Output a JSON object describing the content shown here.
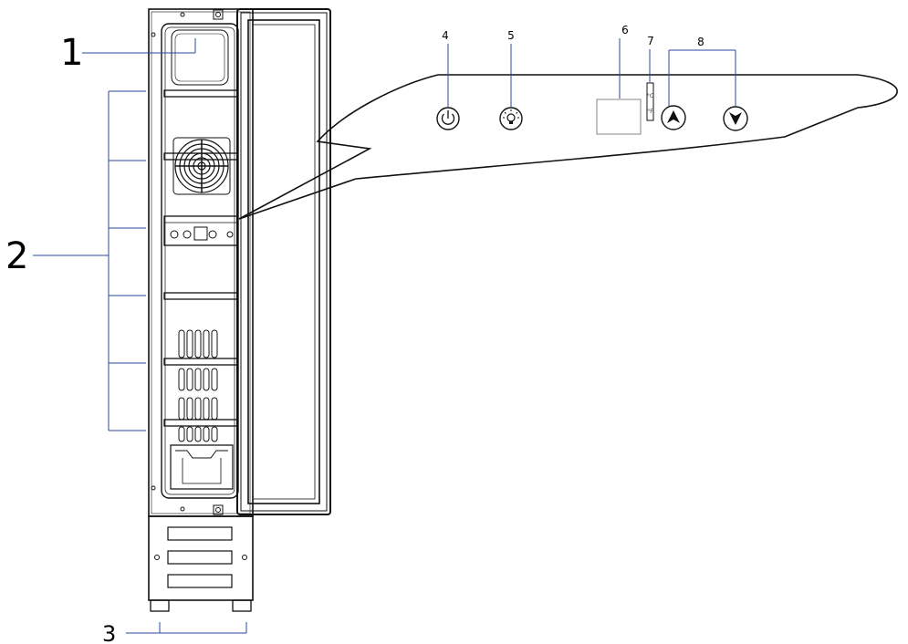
{
  "callouts": {
    "c1": "1",
    "c2": "2",
    "c3": "3",
    "c4": "4",
    "c5": "5",
    "c6": "6",
    "c7": "7",
    "c8": "8"
  },
  "panel": {
    "unit_c": "°C",
    "unit_f": "°F"
  },
  "icons": {
    "power": "power-icon",
    "light": "light-bulb-icon",
    "up": "chevron-up-icon",
    "down": "chevron-down-icon"
  },
  "colors": {
    "leader_line": "#2b4a9e",
    "outline": "#111111"
  }
}
